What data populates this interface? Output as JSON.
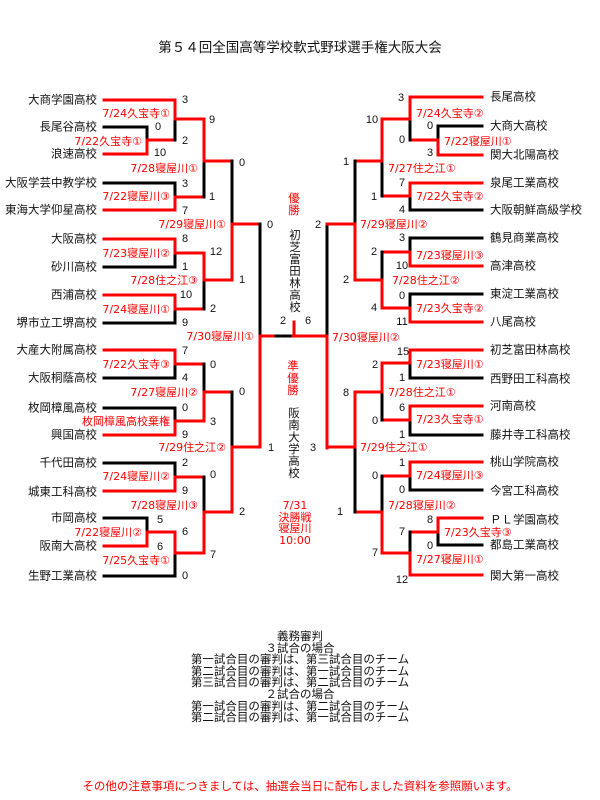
{
  "title": "第５４回全国高等学校軟式野球選手権大阪大会",
  "left_teams": [
    "大商学園高校",
    "長尾谷高校",
    "浪速高校",
    "大阪学芸中教学校",
    "東海大学仰星高校",
    "大阪高校",
    "砂川高校",
    "西浦高校",
    "堺市立工堺高校",
    "大産大附属高校",
    "大阪桐蔭高校",
    "枚岡樟風高校",
    "興国高校",
    "千代田高校",
    "城東工科高校",
    "市岡高校",
    "阪南大高校",
    "生野工業高校"
  ],
  "right_teams": [
    "長尾高校",
    "大商大高校",
    "関大北陽高校",
    "泉尾工業高校",
    "大阪朝鮮高級学校",
    "鶴見商業高校",
    "高津高校",
    "東淀工業高校",
    "八尾高校",
    "初芝富田林高校",
    "西野田工科高校",
    "河南高校",
    "藤井寺工科高校",
    "桃山学院高校",
    "今宮工科高校",
    "ＰＬ学園高校",
    "都島工業高校",
    "関大第一高校"
  ],
  "left_scores": [
    "3",
    "0",
    "2",
    "10",
    "9",
    "3",
    "7",
    "1",
    "0",
    "8",
    "1",
    "12",
    "10",
    "9",
    "2",
    "1",
    "0",
    "7",
    "4",
    "0",
    "0",
    "9",
    "3",
    "0",
    "2",
    "9",
    "0",
    "5",
    "6",
    "6",
    "0",
    "7",
    "2",
    "1"
  ],
  "right_scores": [
    "3",
    "10",
    "0",
    "0",
    "3",
    "1",
    "7",
    "1",
    "4",
    "2",
    "3",
    "2",
    "10",
    "2",
    "0",
    "4",
    "11",
    "15",
    "2",
    "1",
    "8",
    "6",
    "0",
    "1",
    "3",
    "1",
    "0",
    "0",
    "1",
    "8",
    "7",
    "0",
    "7",
    "12"
  ],
  "final_scores": {
    "left": "2",
    "right": "6"
  },
  "left_labels": [
    "7/24久宝寺①",
    "7/22久宝寺①",
    "7/28寝屋川①",
    "7/22寝屋川③",
    "7/29寝屋川①",
    "7/23寝屋川②",
    "7/28住之江③",
    "7/24寝屋川①",
    "7/30寝屋川①",
    "7/22久宝寺③",
    "7/27寝屋川②",
    "枚岡樟風高校棄権",
    "7/29住之江②",
    "7/24寝屋川②",
    "7/28寝屋川③",
    "7/22寝屋川②",
    "7/25久宝寺①"
  ],
  "right_labels": [
    "7/24久宝寺②",
    "7/22寝屋川①",
    "7/27住之江①",
    "7/22久宝寺②",
    "7/29寝屋川②",
    "7/23寝屋川③",
    "7/28住之江②",
    "7/23久宝寺②",
    "7/30寝屋川②",
    "7/23寝屋川①",
    "7/28住之江①",
    "7/23久宝寺①",
    "7/29住之江①",
    "7/24寝屋川③",
    "7/28寝屋川②",
    "7/23久宝寺③",
    "7/27寝屋川①"
  ],
  "center": {
    "champion_label": "優勝",
    "champion": "初芝富田林高校",
    "runner_up_label": "準優勝",
    "runner_up": "阪南大学高校",
    "final_info": [
      "7/31",
      "決勝戦",
      "寝屋川",
      "10:00"
    ]
  },
  "notes": [
    "義務審判",
    "３試合の場合",
    "第一試合目の審判は、第三試合目のチーム",
    "第二試合目の審判は、第一試合目のチーム",
    "第三試合目の審判は、第二試合目のチーム",
    "２試合の場合",
    "第一試合目の審判は、第二試合目のチーム",
    "第二試合目の審判は、第一試合目のチーム"
  ],
  "footnote": "その他の注意事項につきましては、抽選会当日に配布しました資料を参照願います。",
  "colors": {
    "winner_line": "#ff0000",
    "loser_line": "#000000",
    "label": "#ff0000"
  }
}
